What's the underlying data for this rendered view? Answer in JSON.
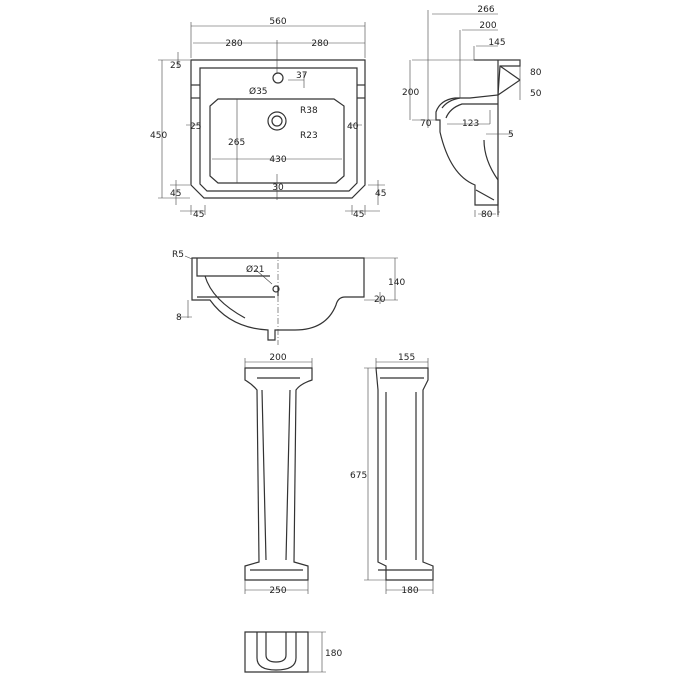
{
  "plan_view": {
    "overall_width": "560",
    "half_left": "280",
    "half_right": "280",
    "rim_top": "25",
    "tap_offset": "37",
    "tap_hole": "Ø35",
    "waste_outer": "R38",
    "waste_inner": "R23",
    "rim_left": "25",
    "rim_right": "40",
    "bowl_depth": "265",
    "bowl_width": "430",
    "rim_front": "30",
    "overall_depth": "450",
    "chamfer_left_v": "45",
    "chamfer_left_h": "45",
    "chamfer_right_v": "45",
    "chamfer_right_h": "45"
  },
  "side_view": {
    "depth": "266",
    "depth2": "200",
    "depth3": "145",
    "height": "200",
    "top_80": "80",
    "top_50": "50",
    "waste_70": "70",
    "waste_123": "123",
    "gap_5": "5",
    "base_80": "80"
  },
  "front_view": {
    "radius": "R5",
    "overflow": "Ø21",
    "height": "140",
    "step": "20",
    "wall": "8"
  },
  "pedestal_front": {
    "top_width": "200",
    "base_width": "250"
  },
  "pedestal_side": {
    "top_depth": "155",
    "height": "675",
    "base_depth": "180"
  },
  "pedestal_plan": {
    "depth": "180"
  },
  "colors": {
    "line": "#333333",
    "background": "#ffffff"
  }
}
